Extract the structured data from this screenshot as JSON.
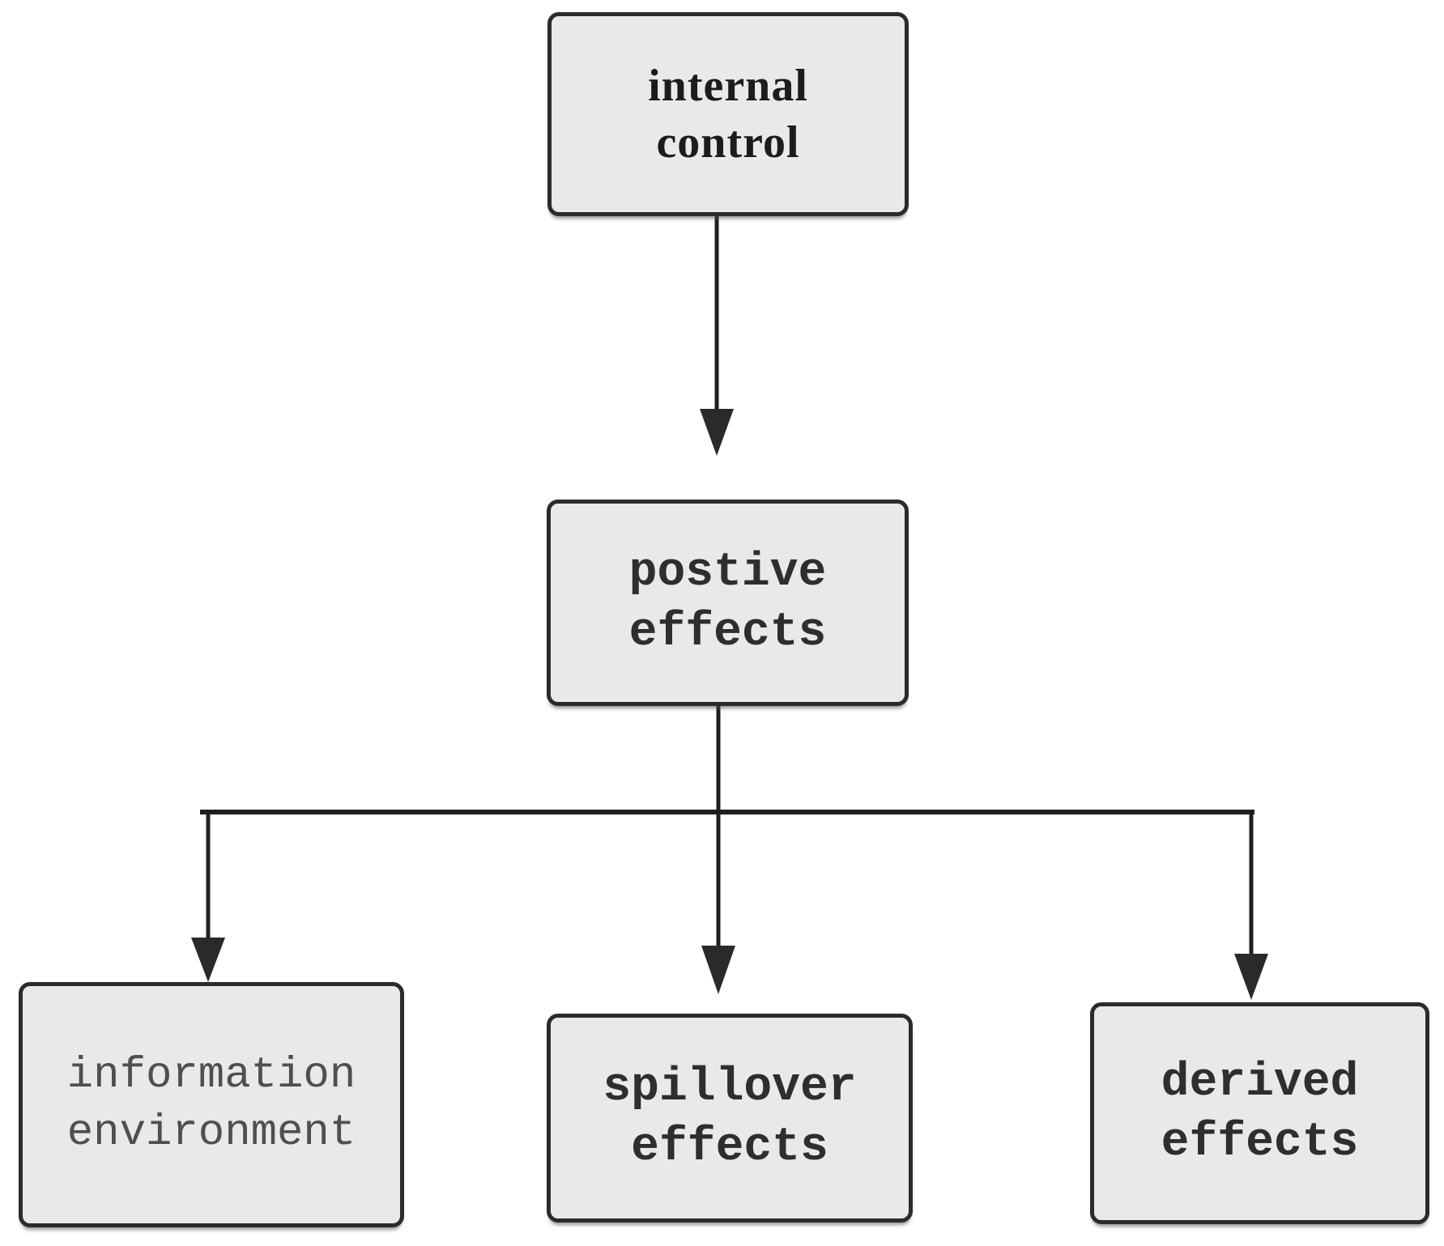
{
  "diagram": {
    "type": "flowchart",
    "nodes": {
      "internal_control": {
        "label": "internal\ncontrol"
      },
      "positive_effects": {
        "label": "postive\neffects"
      },
      "information_environment": {
        "label": "information\nenvironment"
      },
      "spillover_effects": {
        "label": "spillover\neffects"
      },
      "derived_effects": {
        "label": "derived\neffects"
      }
    },
    "edges": [
      {
        "from": "internal_control",
        "to": "positive_effects"
      },
      {
        "from": "positive_effects",
        "to": "information_environment"
      },
      {
        "from": "positive_effects",
        "to": "spillover_effects"
      },
      {
        "from": "positive_effects",
        "to": "derived_effects"
      }
    ],
    "colors": {
      "background": "#ffffff",
      "node_fill": "#e9e9e9",
      "node_border": "#2b2b2b",
      "connector": "#1f1f1f",
      "text_serif": "#1c1c1c",
      "text_mono_dark": "#2e2e2e",
      "text_mono_gray": "#4f4f4f"
    }
  }
}
